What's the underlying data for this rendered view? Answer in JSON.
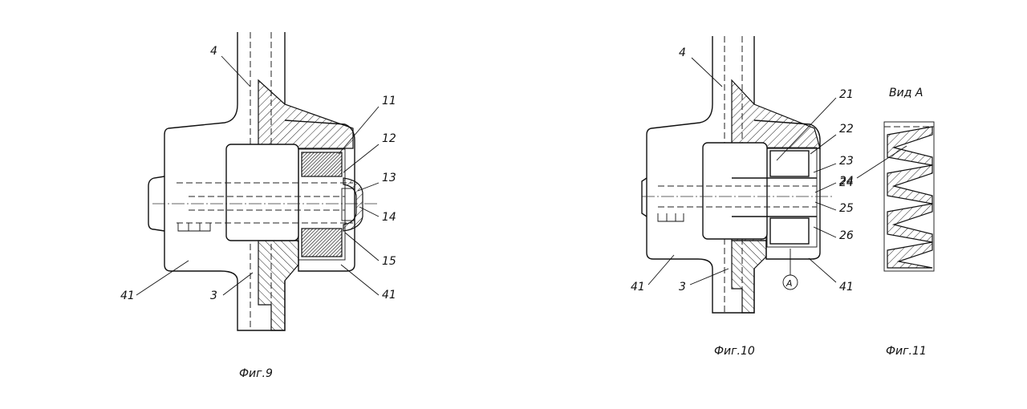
{
  "figures": [
    {
      "caption": "Фиг.9",
      "labels": [
        "4",
        "11",
        "12",
        "13",
        "14",
        "15",
        "41",
        "3",
        "41"
      ]
    },
    {
      "caption": "Фиг.10",
      "labels": [
        "4",
        "21",
        "22",
        "23",
        "24",
        "25",
        "26",
        "41",
        "3",
        "41",
        "A"
      ]
    },
    {
      "caption": "Фиг.11",
      "title": "Вид А"
    }
  ]
}
